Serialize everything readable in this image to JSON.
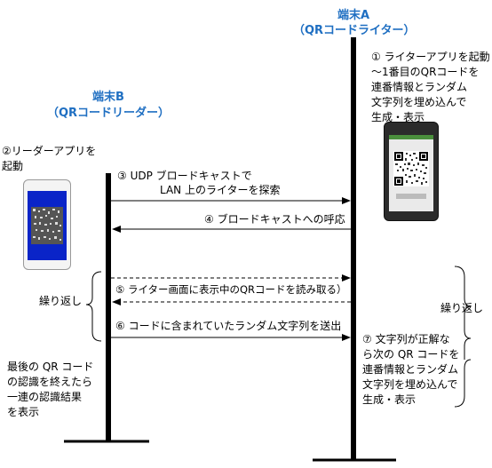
{
  "terminal_a": {
    "title": "端末A",
    "subtitle": "（QRコードライター）"
  },
  "terminal_b": {
    "title": "端末B",
    "subtitle": "（QRコードリーダー）"
  },
  "notes": {
    "step1": "① ライターアプリを起動\n～1番目のQRコードを\n連番情報とランダム\n文字列を埋め込んで\n生成・表示",
    "step2": "②リーダーアプリを\n起動",
    "step7": "⑦ 文字列が正解な\nら次の QR コードを\n連番情報とランダム\n文字列を埋め込んで\n生成・表示",
    "final": "最後の QR コード\nの認識を終えたら\n一連の認識結果\nを表示"
  },
  "messages": {
    "m3_line1": "③ UDP ブロードキャストで",
    "m3_line2": "LAN 上のライターを探索",
    "m4": "④ ブロードキャストへの呼応",
    "m5": "⑤ ライター画面に表示中のQRコードを読み取る）",
    "m6": "⑥ コードに含まれていたランダム文字列を送出"
  },
  "loop": {
    "left_label": "繰り返し",
    "right_label": "繰り返し"
  },
  "colors": {
    "title_blue": "#1f6fc2",
    "lifeline": "#000000"
  }
}
